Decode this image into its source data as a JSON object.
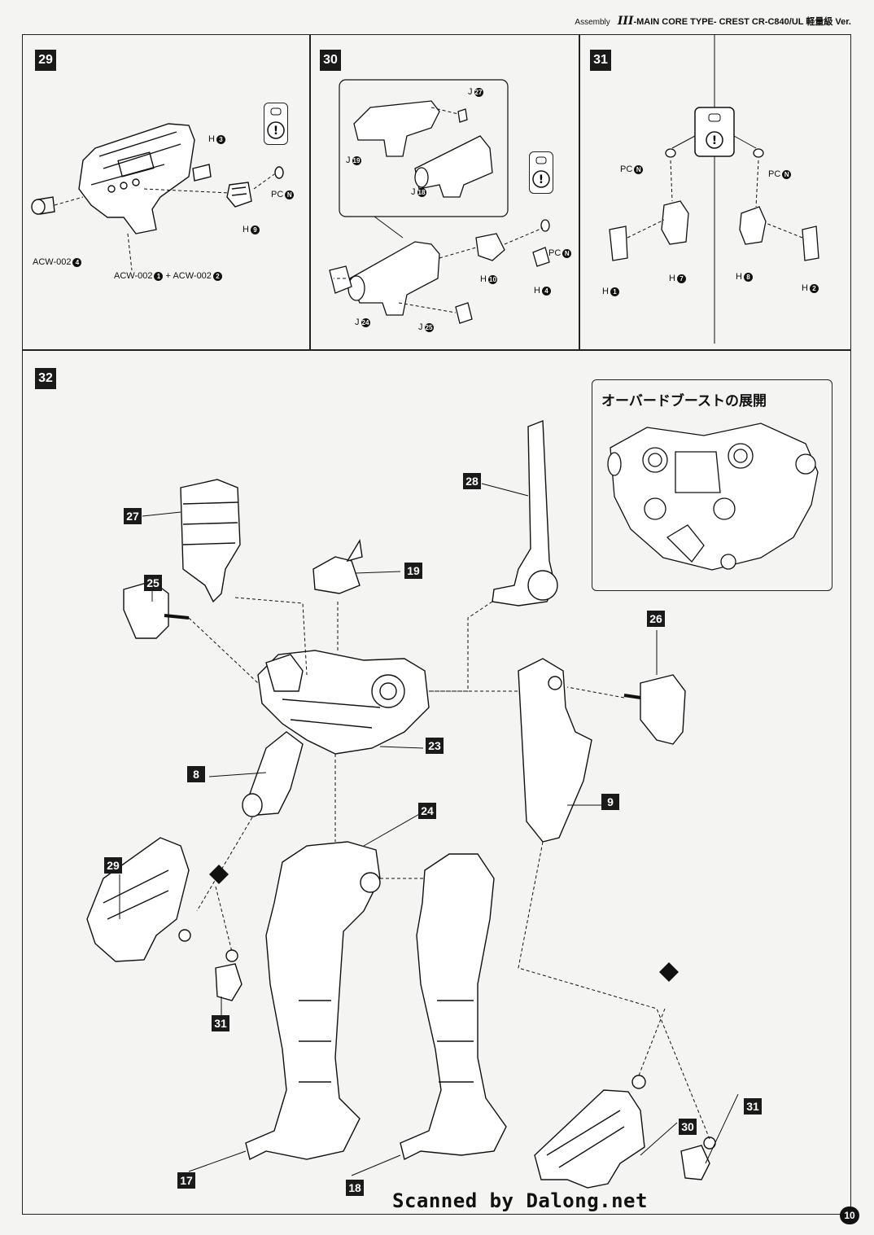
{
  "header": {
    "assembly": "Assembly",
    "roman": "III",
    "title": "-MAIN CORE TYPE- CREST CR-C840/UL 軽量級 Ver."
  },
  "step29": {
    "number": "29",
    "labels": {
      "h3": "H",
      "h9": "H",
      "pc": "PC",
      "acw4": "ACW-002",
      "acw12a": "ACW-002",
      "plus": "+",
      "acw12b": "ACW-002"
    },
    "marks": {
      "h3": "3",
      "h9": "9",
      "pc": "N",
      "acw4": "4",
      "acw1": "1",
      "acw2": "2"
    }
  },
  "step30": {
    "number": "30",
    "labels": {
      "j27": "J",
      "j19": "J",
      "j18": "J",
      "pc": "PC",
      "h10": "H",
      "h4": "H",
      "j24": "J",
      "j25": "J"
    },
    "marks": {
      "j27": "27",
      "j19": "19",
      "j18": "18",
      "pc": "N",
      "h10": "10",
      "h4": "4",
      "j24": "24",
      "j25": "25"
    }
  },
  "step31": {
    "number": "31",
    "labels": {
      "pcl": "PC",
      "pcr": "PC",
      "h1": "H",
      "h7": "H",
      "h8": "H",
      "h2": "H"
    },
    "marks": {
      "pcl": "N",
      "pcr": "N",
      "h1": "1",
      "h7": "7",
      "h8": "8",
      "h2": "2"
    }
  },
  "step32": {
    "number": "32",
    "inset_title": "オーバードブーストの展開",
    "callouts": {
      "c27": "27",
      "c25": "25",
      "c19": "19",
      "c28": "28",
      "c26": "26",
      "c23": "23",
      "c8": "8",
      "c9": "9",
      "c24": "24",
      "c29": "29",
      "c31a": "31",
      "c31b": "31",
      "c30": "30",
      "c17": "17",
      "c18": "18"
    }
  },
  "footer": {
    "scanned": "Scanned by Dalong.net",
    "page": "10"
  }
}
